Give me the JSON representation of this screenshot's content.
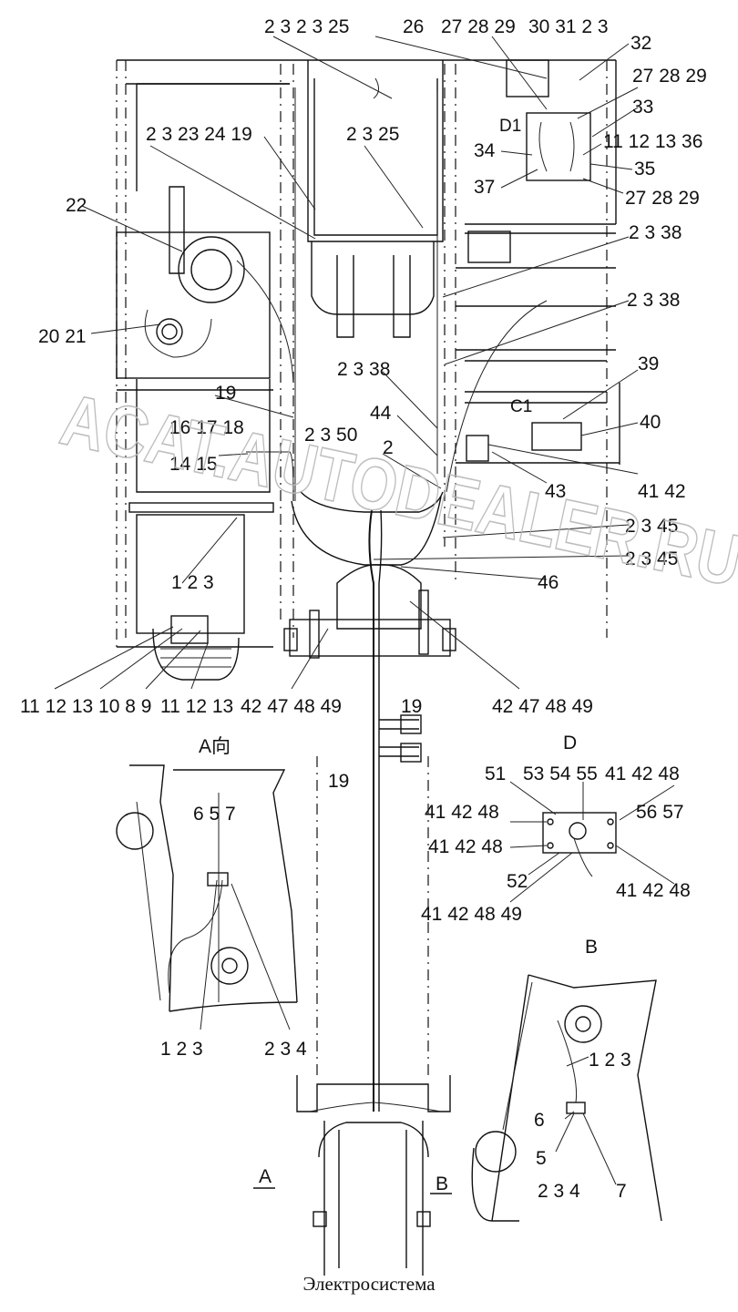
{
  "caption": "Электросистема",
  "watermark": "ACAT.AUTODEALER.RU",
  "view_labels": {
    "view_a": "A向",
    "view_b": "B",
    "view_d": "D",
    "section_a": "A",
    "section_b": "B",
    "d1": "D1",
    "c1": "C1"
  },
  "callouts_main": [
    "2  3   2  3 25",
    "26",
    "27 28 29",
    "30 31  2  3",
    "32",
    "27  28  29",
    "33",
    "11 12 13 36",
    "35",
    "27 28 29",
    "34",
    "37",
    "2  3 23  24  19",
    "2  3  25",
    "22",
    "2  3 38",
    "2  3 38",
    "20 21",
    "2 3 38",
    "39",
    "19",
    "44",
    "40",
    "16 17 18",
    "14  15",
    "2  3 50",
    "2",
    "43",
    "41 42",
    "2  3 45",
    "2  3 45",
    "46",
    "1  2  3",
    "11 12 13  10  8  9",
    "11 12 13",
    "42 47 48 49",
    "19",
    "42 47 48 49",
    "19"
  ],
  "callouts_view_a": [
    "6  5  7",
    "1 2 3",
    "2  3  4"
  ],
  "callouts_view_d": [
    "51",
    "53 54 55",
    "41 42 48",
    "56 57",
    "41 42 48",
    "41 42 48",
    "52",
    "41 42 48",
    "41  42 48 49"
  ],
  "callouts_view_b": [
    "1 2 3",
    "6",
    "5",
    "2  3  4",
    "7"
  ]
}
